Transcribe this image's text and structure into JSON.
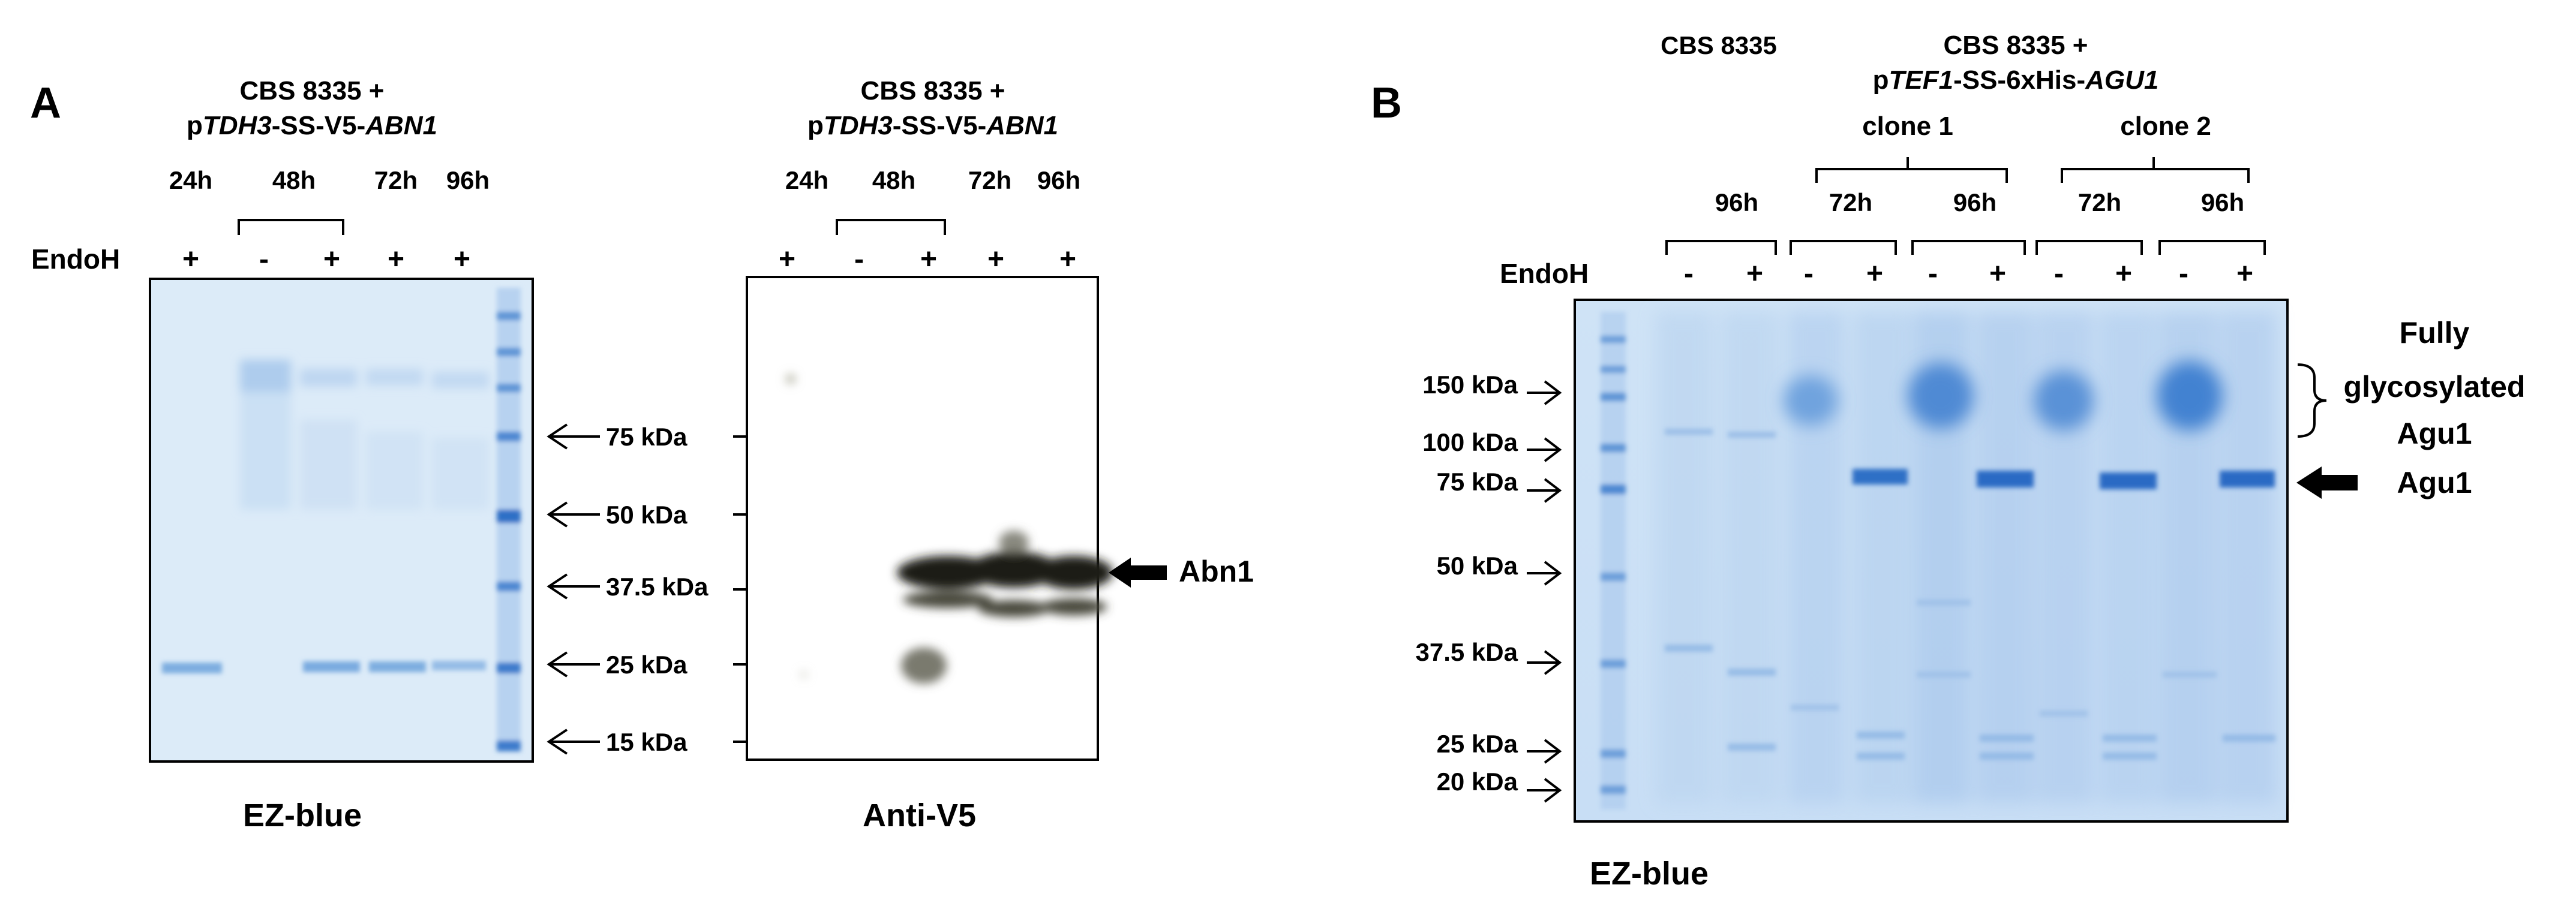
{
  "panel_a": {
    "letter": "A",
    "construct_line1": "CBS 8335 +",
    "construct_line2_pre": "p",
    "construct_line2_italic": "TDH3",
    "construct_line2_mid": "-SS-V5-",
    "construct_line2_italic2": "ABN1",
    "time_labels": [
      "24h",
      "48h",
      "72h",
      "96h"
    ],
    "endoh_label": "EndoH",
    "endoh_signs": [
      "+",
      "-",
      "+",
      "+",
      "+"
    ],
    "gel_caption": "EZ-blue",
    "blot_caption": "Anti-V5",
    "markers": [
      "75 kDa",
      "50 kDa",
      "37.5 kDa",
      "25 kDa",
      "15 kDa"
    ],
    "band_label": "Abn1"
  },
  "panel_b": {
    "letter": "B",
    "control_label": "CBS 8335",
    "construct_line1": "CBS 8335 +",
    "construct_line2_pre": "p",
    "construct_line2_italic": "TEF1",
    "construct_line2_mid": "-SS-6xHis-",
    "construct_line2_italic2": "AGU1",
    "clone1": "clone 1",
    "clone2": "clone 2",
    "time_labels": [
      "96h",
      "72h",
      "96h",
      "72h",
      "96h"
    ],
    "endoh_label": "EndoH",
    "endoh_signs": [
      "-",
      "+",
      "-",
      "+",
      "-",
      "+",
      "-",
      "+",
      "-",
      "+"
    ],
    "markers": [
      "150 kDa",
      "100 kDa",
      "75 kDa",
      "50 kDa",
      "37.5 kDa",
      "25 kDa",
      "20 kDa"
    ],
    "bracket_label_line1": "Fully",
    "bracket_label_line2": "glycosylated",
    "bracket_label_line3": "Agu1",
    "band_label": "Agu1",
    "gel_caption": "EZ-blue"
  }
}
